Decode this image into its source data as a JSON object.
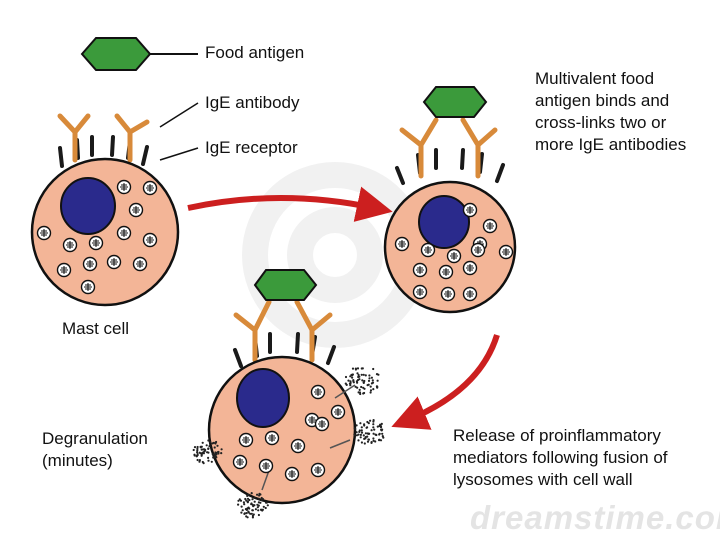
{
  "labels": {
    "food_antigen": "Food antigen",
    "ige_antibody": "IgE antibody",
    "ige_receptor": "IgE receptor",
    "mast_cell": "Mast cell",
    "multivalent": "Multivalent food\nantigen binds and\ncross-links two or\nmore IgE antibodies",
    "degranulation": "Degranulation\n(minutes)",
    "release": "Release of proinflammatory\nmediators following fusion of\nlysosomes with cell wall"
  },
  "watermark": "dreamstime.com",
  "colors": {
    "cell_fill": "#f3b597",
    "nucleus": "#2a2a8c",
    "antibody": "#d88a3a",
    "antigen": "#3b9a3b",
    "arrow": "#cc1f1f",
    "receptor": "#1a1a1a"
  }
}
